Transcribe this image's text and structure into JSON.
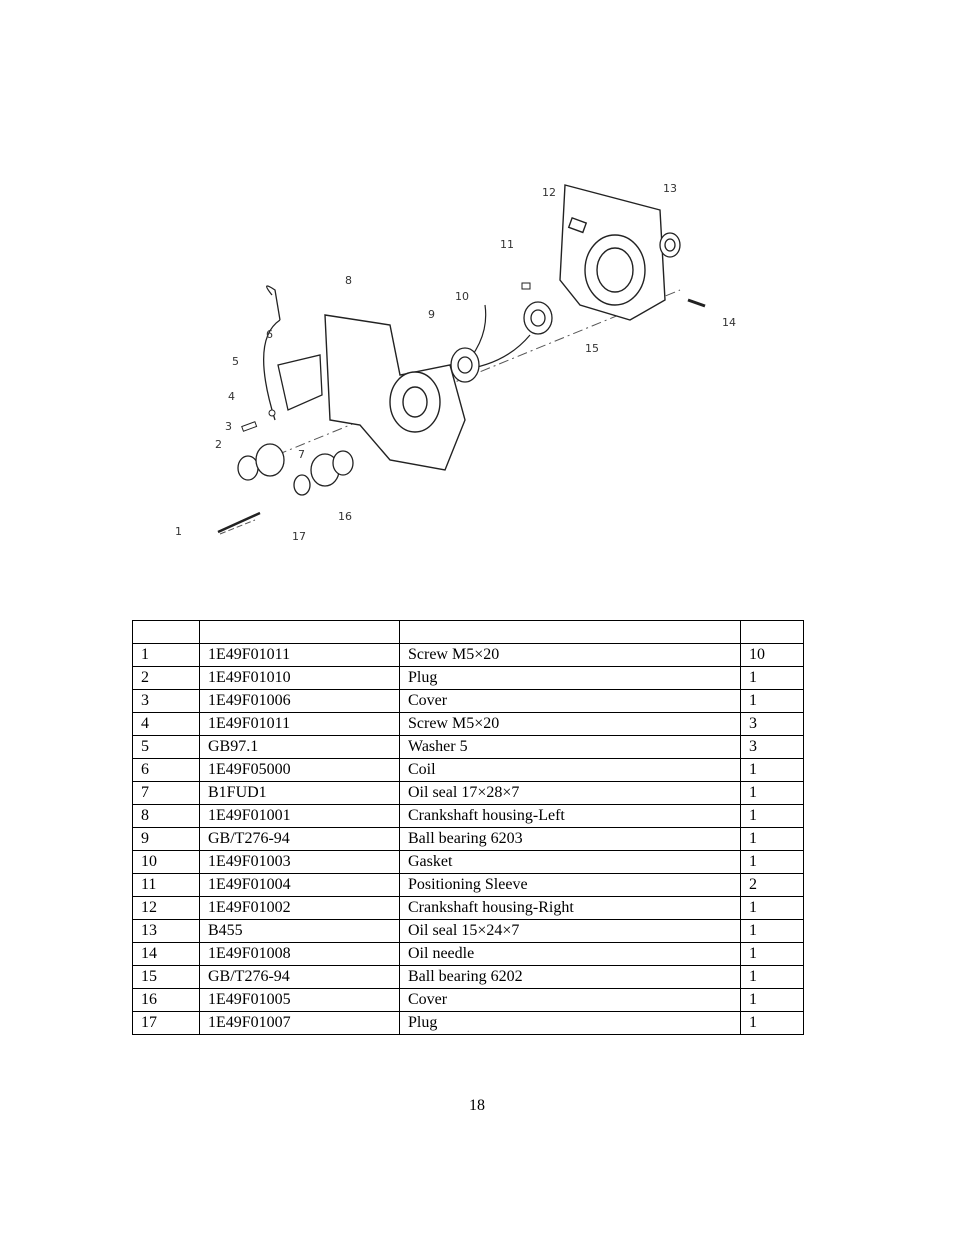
{
  "diagram": {
    "callouts": [
      "1",
      "2",
      "3",
      "4",
      "5",
      "6",
      "7",
      "8",
      "9",
      "10",
      "11",
      "12",
      "13",
      "14",
      "15",
      "16",
      "17"
    ]
  },
  "table": {
    "header": [
      "",
      "",
      "",
      ""
    ],
    "rows": [
      [
        "1",
        "1E49F01011",
        "Screw M5×20",
        "10"
      ],
      [
        "2",
        "1E49F01010",
        "Plug",
        "1"
      ],
      [
        "3",
        "1E49F01006",
        "Cover",
        "1"
      ],
      [
        "4",
        "1E49F01011",
        "Screw M5×20",
        "3"
      ],
      [
        "5",
        "GB97.1",
        "Washer 5",
        "3"
      ],
      [
        "6",
        "1E49F05000",
        "Coil",
        "1"
      ],
      [
        "7",
        "B1FUD1",
        "Oil seal 17×28×7",
        "1"
      ],
      [
        "8",
        "1E49F01001",
        "Crankshaft housing-Left",
        "1"
      ],
      [
        "9",
        "GB/T276-94",
        "Ball bearing 6203",
        "1"
      ],
      [
        "10",
        "1E49F01003",
        "Gasket",
        "1"
      ],
      [
        "11",
        "1E49F01004",
        "Positioning Sleeve",
        "2"
      ],
      [
        "12",
        "1E49F01002",
        "Crankshaft housing-Right",
        "1"
      ],
      [
        "13",
        "B455",
        "Oil seal 15×24×7",
        "1"
      ],
      [
        "14",
        "1E49F01008",
        "Oil needle",
        "1"
      ],
      [
        "15",
        "GB/T276-94",
        "Ball bearing 6202",
        "1"
      ],
      [
        "16",
        "1E49F01005",
        "Cover",
        "1"
      ],
      [
        "17",
        "1E49F01007",
        "Plug",
        "1"
      ]
    ]
  },
  "page_number": "18"
}
